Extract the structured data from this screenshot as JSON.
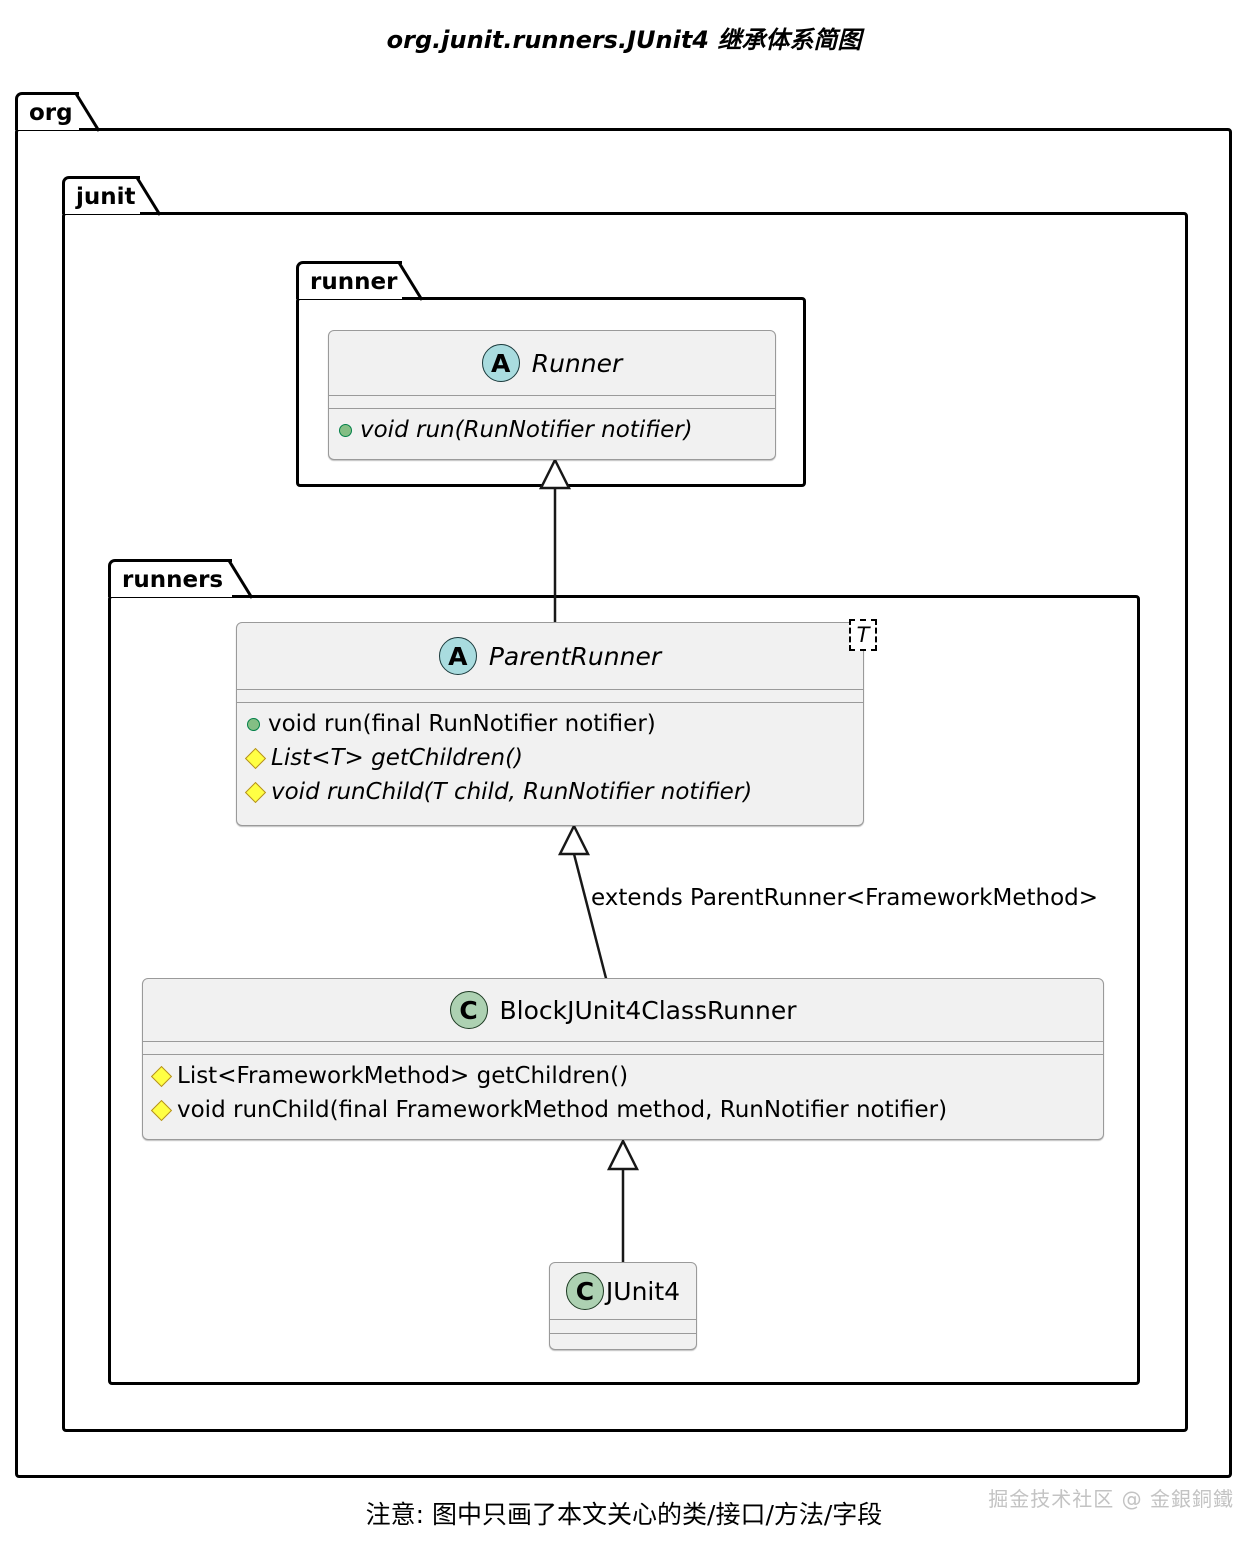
{
  "title": "org.junit.runners.JUnit4 继承体系简图",
  "packages": [
    {
      "id": "org",
      "label": "org"
    },
    {
      "id": "junit",
      "label": "junit"
    },
    {
      "id": "runner",
      "label": "runner"
    },
    {
      "id": "runners",
      "label": "runners"
    }
  ],
  "classes": {
    "runner": {
      "stereotype_icon": "A",
      "stereotype_name": "abstract-class-icon",
      "name": "Runner",
      "italic": true,
      "attributes": [],
      "methods": [
        {
          "visibility": "public",
          "marker": "public-circle-icon",
          "text": "void run(RunNotifier notifier)",
          "italic": true
        }
      ]
    },
    "parentRunner": {
      "stereotype_icon": "A",
      "stereotype_name": "abstract-class-icon",
      "name": "ParentRunner",
      "italic": true,
      "generic": "T",
      "attributes": [],
      "methods": [
        {
          "visibility": "public",
          "marker": "public-circle-icon",
          "text": "void run(final RunNotifier notifier)",
          "italic": false
        },
        {
          "visibility": "protected",
          "marker": "protected-diamond-icon",
          "text": "List<T> getChildren()",
          "italic": true
        },
        {
          "visibility": "protected",
          "marker": "protected-diamond-icon",
          "text": "void runChild(T child, RunNotifier notifier)",
          "italic": true
        }
      ]
    },
    "blockJUnit4ClassRunner": {
      "stereotype_icon": "C",
      "stereotype_name": "class-icon",
      "name": "BlockJUnit4ClassRunner",
      "italic": false,
      "attributes": [],
      "methods": [
        {
          "visibility": "protected",
          "marker": "protected-diamond-icon",
          "text": "List<FrameworkMethod> getChildren()",
          "italic": false
        },
        {
          "visibility": "protected",
          "marker": "protected-diamond-icon",
          "text": "void runChild(final FrameworkMethod method, RunNotifier notifier)",
          "italic": false
        }
      ]
    },
    "junit4": {
      "stereotype_icon": "C",
      "stereotype_name": "class-icon",
      "name": "JUnit4",
      "italic": false,
      "attributes": [],
      "methods": []
    }
  },
  "edges": [
    {
      "id": "runner-parentrunner",
      "type": "generalization",
      "from": "ParentRunner",
      "to": "Runner",
      "label": ""
    },
    {
      "id": "parentrunner-blockjunit4",
      "type": "generalization",
      "from": "BlockJUnit4ClassRunner",
      "to": "ParentRunner",
      "label": "extends ParentRunner<FrameworkMethod>"
    },
    {
      "id": "blockjunit4-junit4",
      "type": "generalization",
      "from": "JUnit4",
      "to": "BlockJUnit4ClassRunner",
      "label": ""
    }
  ],
  "note": "注意: 图中只画了本文关心的类/接口/方法/字段",
  "watermark": "掘金技术社区 @ 金銀銅鐵",
  "colors": {
    "abstract_icon_fill": "#A9DCDF",
    "class_icon_fill": "#ADD1B2",
    "class_body_fill": "#F1F1F1",
    "class_border": "#9A9A9A",
    "public_marker": "#84BE84",
    "protected_marker": "#FFFF44",
    "package_border": "#000000",
    "watermark_color": "#C3C3C3"
  }
}
